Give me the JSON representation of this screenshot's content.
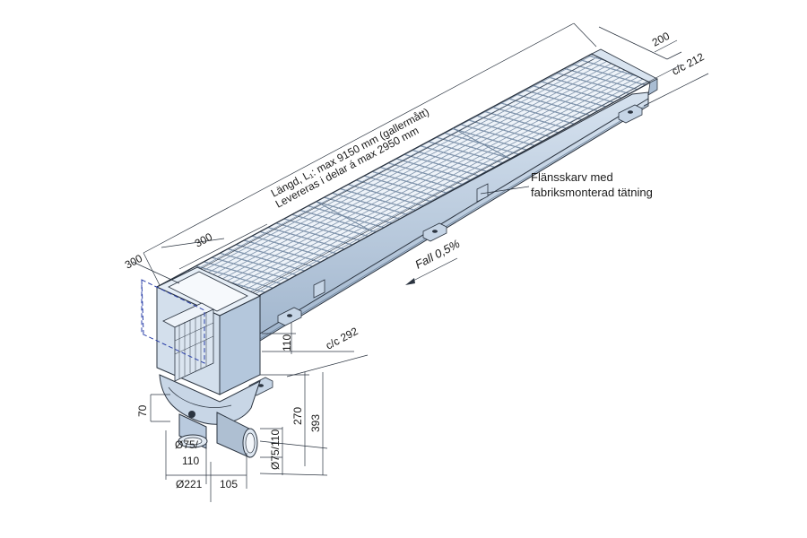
{
  "diagram": {
    "length_line1": "Längd, L₁: max 9150 mm (gallermått)",
    "length_line2": "Levereras i delar á max 2950 mm",
    "width_200": "200",
    "cc_212": "c/c 212",
    "flange_line1": "Flänsskarv med",
    "flange_line2": "fabriksmonterad tätning",
    "fall": "Fall 0,5%",
    "dim_300_left": "300",
    "dim_300_right": "300",
    "dim_110_top": "110",
    "cc_292": "c/c 292",
    "dim_70": "70",
    "dim_270": "270",
    "dim_393": "393",
    "dim_d75_110_a": "Ø75/",
    "dim_d75_110_b": "110",
    "dim_d75_110_side": "Ø75/110",
    "dim_d221": "Ø221",
    "dim_105": "105"
  },
  "colors": {
    "steel": "#b9cbe0",
    "steel_dark": "#7f97b3",
    "line": "#2b3440",
    "hidden": "#2a3fa8"
  }
}
